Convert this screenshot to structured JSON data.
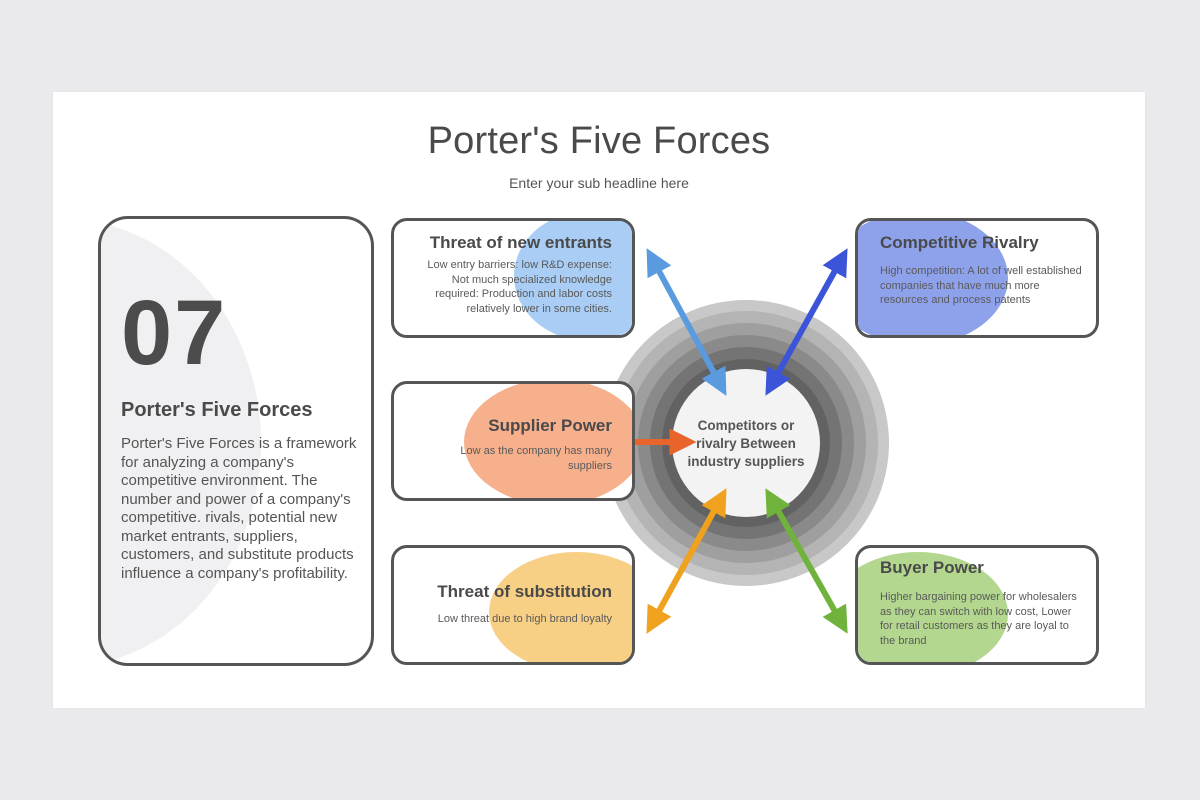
{
  "slide": {
    "title": "Porter's Five Forces",
    "subtitle": "Enter your sub headline here"
  },
  "summary": {
    "number": "07",
    "heading": "Porter's Five Forces",
    "body": "Porter's Five Forces is a framework for analyzing a company's competitive environment. The number and power of a company's competitive. rivals, potential new market entrants, suppliers, customers, and substitute products influence a company's profitability."
  },
  "center": {
    "label": "Competitors or rivalry Between industry suppliers"
  },
  "forces": {
    "new_entrants": {
      "title": "Threat of new entrants",
      "text": "Low entry barriers: low R&D expense: Not much specialized knowledge required: Production and labor costs relatively lower in some cities.",
      "color": "#a9cdf5"
    },
    "competitive_rivalry": {
      "title": "Competitive Rivalry",
      "text": "High competition: A lot of well established companies that have much more resources and process patents",
      "color": "#8ea2ec"
    },
    "supplier_power": {
      "title": "Supplier Power",
      "text": "Low as the company has many suppliers",
      "color": "#f6b08c"
    },
    "substitution": {
      "title": "Threat of substitution",
      "text": "Low threat due to high brand loyalty",
      "color": "#f7cf85"
    },
    "buyer_power": {
      "title": "Buyer Power",
      "text": "Higher bargaining power for wholesalers as they can switch with low cost, Lower for retail customers as they are loyal to the brand",
      "color": "#b3d78e"
    }
  },
  "arrow_colors": {
    "new_entrants": "#5a9be0",
    "competitive_rivalry": "#3c55d8",
    "supplier_power": "#e8642a",
    "substitution": "#f0a21e",
    "buyer_power": "#6fb33c"
  }
}
